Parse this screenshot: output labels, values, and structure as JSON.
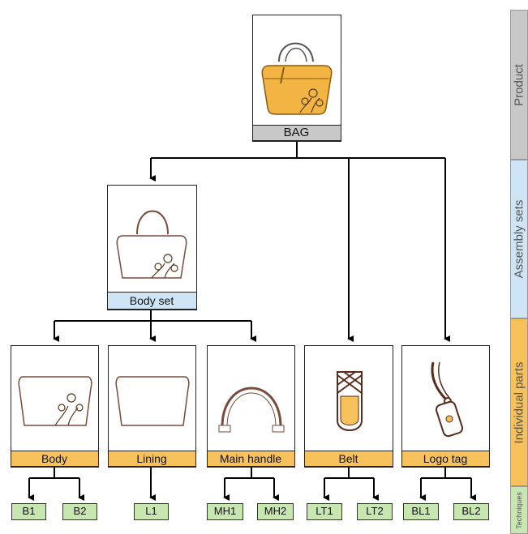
{
  "colors": {
    "product": "#c8c8c8",
    "assembly": "#cfe5f6",
    "parts": "#f7c25c",
    "techniques": "#c8e6b0",
    "bag_fill": "#f2b443"
  },
  "product": {
    "label": "BAG",
    "image_icon": "orange-handbag-icon"
  },
  "assembly": {
    "label": "Body set",
    "image_icon": "handbag-sketch-icon"
  },
  "parts": [
    {
      "label": "Body",
      "image_icon": "bag-body-sketch-icon",
      "techniques": [
        "B1",
        "B2"
      ]
    },
    {
      "label": "Lining",
      "image_icon": "bag-lining-sketch-icon",
      "techniques": [
        "L1"
      ]
    },
    {
      "label": "Main handle",
      "image_icon": "handle-sketch-icon",
      "techniques": [
        "MH1",
        "MH2"
      ]
    },
    {
      "label": "Belt",
      "image_icon": "belt-sketch-icon",
      "techniques": [
        "LT1",
        "LT2"
      ]
    },
    {
      "label": "Logo tag",
      "image_icon": "logo-tag-sketch-icon",
      "techniques": [
        "BL1",
        "BL2"
      ]
    }
  ],
  "levels": [
    "Product",
    "Assembly sets",
    "Individual parts",
    "Techniques"
  ]
}
